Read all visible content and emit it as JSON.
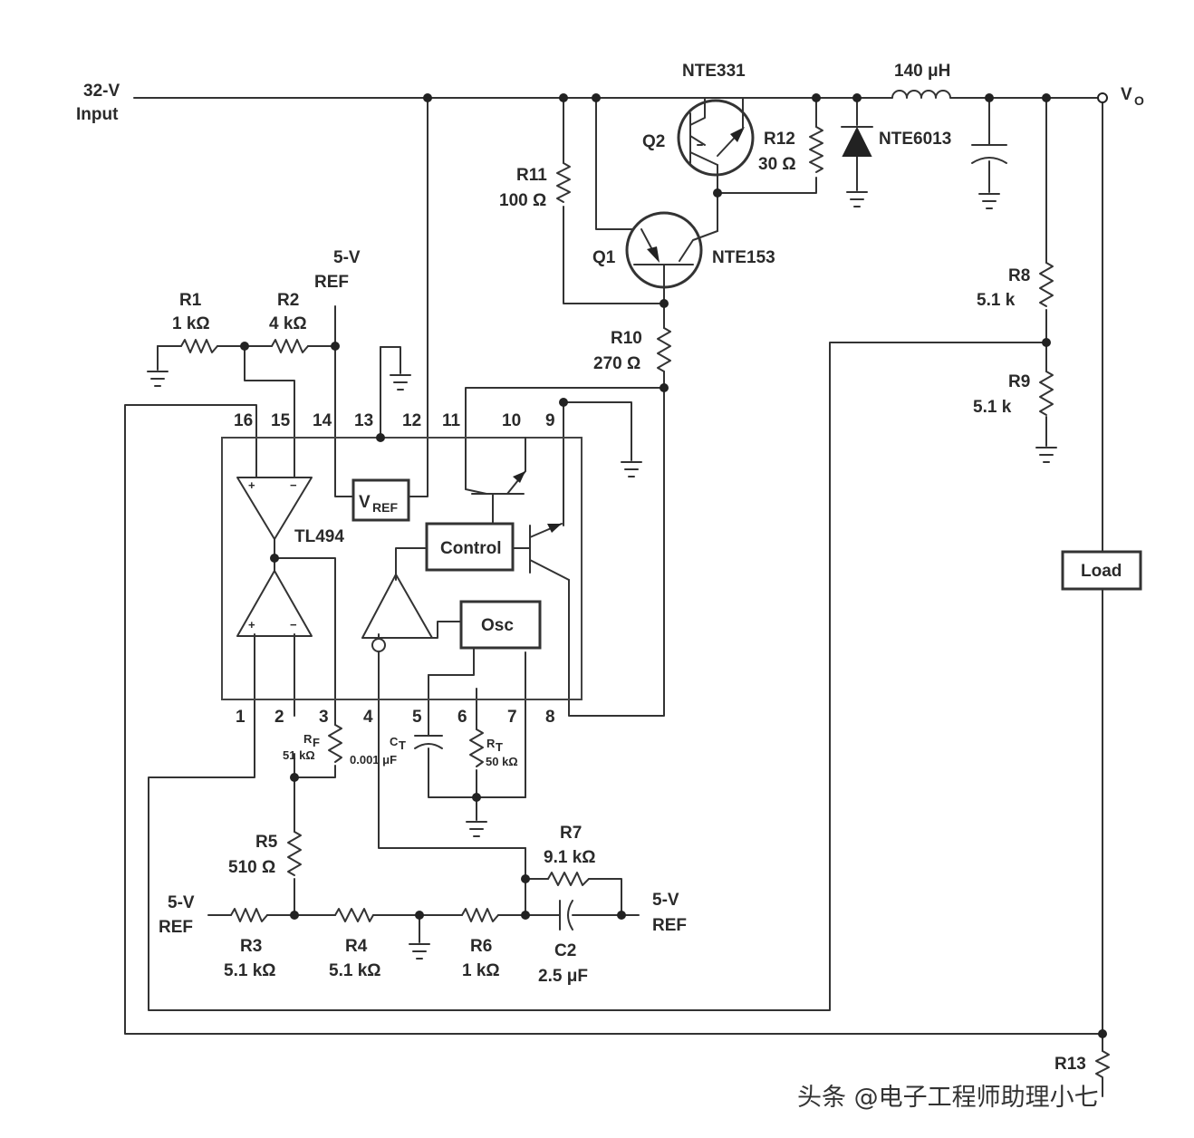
{
  "input": {
    "voltage": "32-V",
    "name": "Input"
  },
  "output": {
    "label": "V",
    "sub": "O"
  },
  "ic": {
    "name": "TL494",
    "vref": "V",
    "vref_sub": "REF",
    "control": "Control",
    "osc": "Osc"
  },
  "pins": [
    "1",
    "2",
    "3",
    "4",
    "5",
    "6",
    "7",
    "8",
    "9",
    "10",
    "11",
    "12",
    "13",
    "14",
    "15",
    "16"
  ],
  "ref_5v": {
    "line1": "5-V",
    "line2": "REF"
  },
  "components": {
    "R1": {
      "name": "R1",
      "value": "1 kΩ"
    },
    "R2": {
      "name": "R2",
      "value": "4 kΩ"
    },
    "R3": {
      "name": "R3",
      "value": "5.1 kΩ"
    },
    "R4": {
      "name": "R4",
      "value": "5.1 kΩ"
    },
    "R5": {
      "name": "R5",
      "value": "510 Ω"
    },
    "R6": {
      "name": "R6",
      "value": "1 kΩ"
    },
    "R7": {
      "name": "R7",
      "value": "9.1 kΩ"
    },
    "R8": {
      "name": "R8",
      "value": "5.1 k"
    },
    "R9": {
      "name": "R9",
      "value": "5.1 k"
    },
    "R10": {
      "name": "R10",
      "value": "270 Ω"
    },
    "R11": {
      "name": "R11",
      "value": "100 Ω"
    },
    "R12": {
      "name": "R12",
      "value": "30 Ω"
    },
    "R13": {
      "name": "R13"
    },
    "RF": {
      "name": "R",
      "sub": "F",
      "value": "51 kΩ"
    },
    "RT": {
      "name": "R",
      "sub": "T",
      "value": "50 kΩ"
    },
    "CT": {
      "name": "C",
      "sub": "T",
      "value": "0.001 μF"
    },
    "C2": {
      "name": "C2",
      "value": "2.5 μF"
    },
    "L1": {
      "value": "140 μH"
    },
    "Q1": {
      "name": "Q1",
      "part": "NTE153"
    },
    "Q2": {
      "name": "Q2",
      "part": "NTE331"
    },
    "D1": {
      "part": "NTE6013"
    },
    "load": {
      "label": "Load"
    }
  },
  "watermark": "头条 @电子工程师助理小七"
}
